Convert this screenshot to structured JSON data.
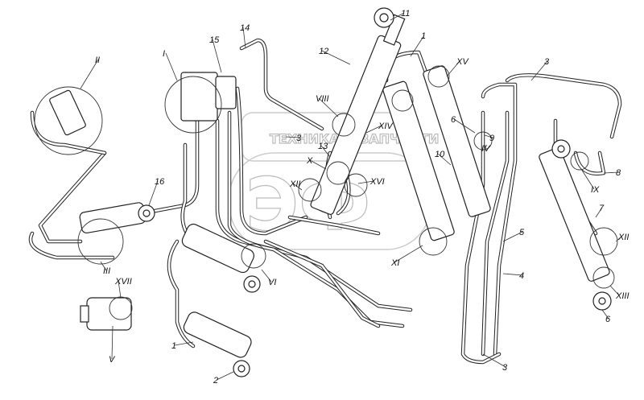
{
  "diagram": {
    "watermark": {
      "top_text": "ТЕХНИКА ЗАПЧАСТИ",
      "logo_letters": "ЭФ"
    },
    "labels": [
      "II",
      "I",
      "15",
      "14",
      "12",
      "11",
      "1",
      "XV",
      "3",
      "VIII",
      "XIV",
      "6",
      "IV",
      "9",
      "10",
      "13",
      "3",
      "X",
      "XVI",
      "XII",
      "16",
      "III",
      "XVII",
      "V",
      "1",
      "2",
      "VI",
      "XI",
      "5",
      "4",
      "3",
      "8",
      "IX",
      "7",
      "XII",
      "XIII",
      "6"
    ],
    "colors": {
      "line": "#222222",
      "watermark": "#bbbbbb",
      "background": "#ffffff"
    }
  }
}
